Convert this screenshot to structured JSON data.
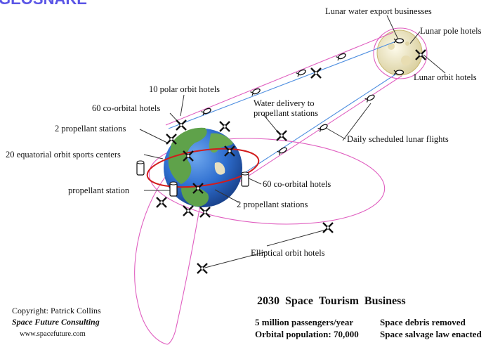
{
  "title": {
    "text": "GEOSNAKE",
    "color": "#5a55e6"
  },
  "labels": {
    "lunar_water_export": "Lunar water export businesses",
    "lunar_pole_hotels": "Lunar pole hotels",
    "lunar_orbit_hotels": "Lunar orbit hotels",
    "polar_orbit_hotels": "10 polar orbit hotels",
    "co_orbital_hotels_left": "60 co-orbital hotels",
    "water_delivery_line1": "Water delivery to",
    "water_delivery_line2": "propellant stations",
    "propellant_stations_top": "2 propellant stations",
    "daily_lunar_flights": "Daily scheduled lunar flights",
    "equatorial_sports": "20 equatorial orbit sports centers",
    "propellant_station": "propellant station",
    "co_orbital_hotels_right": "60 co-orbital hotels",
    "propellant_stations_bottom": "2 propellant stations",
    "elliptical_hotels": "Elliptical orbit hotels"
  },
  "info": {
    "heading": "2030  Space  Tourism  Business",
    "passengers": "5 million passengers/year",
    "population": "Orbital population: 70,000",
    "debris": "Space debris removed",
    "salvage": "Space salvage law enacted"
  },
  "credit": {
    "copyright": "Copyright: Patrick Collins",
    "company": "Space Future Consulting",
    "url": "www.spacefuture.com"
  },
  "colors": {
    "ocean": "#2f6fd0",
    "land": "#5fa24a",
    "orbit_pink": "#e05fc0",
    "orbit_blue": "#4f8fe0",
    "equator_red": "#d21c1c",
    "moon": "#f3ecc8"
  },
  "icons": [
    "earth-icon",
    "moon-icon",
    "spaceplane-icon",
    "satellite-icon",
    "space-station-icon"
  ]
}
